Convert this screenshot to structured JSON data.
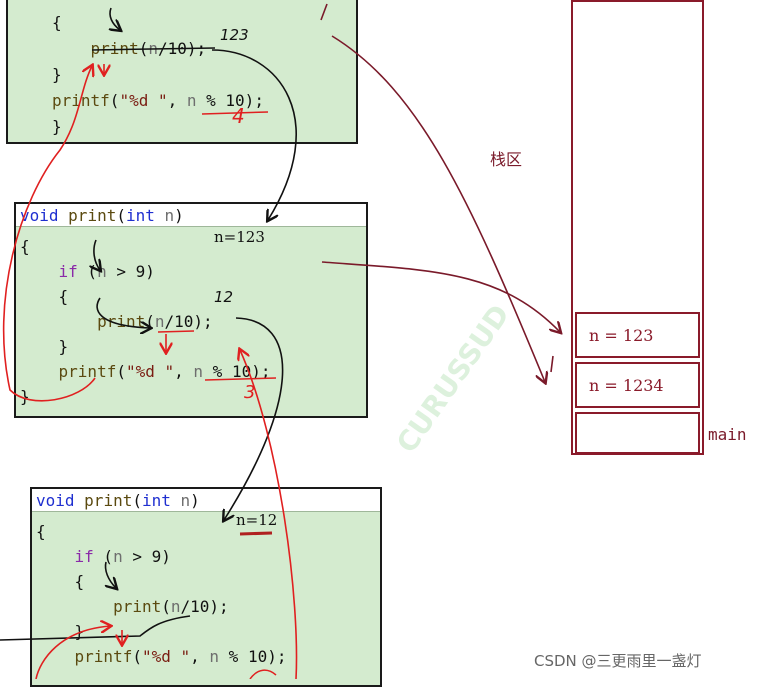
{
  "frame1": {
    "code": [
      {
        "parts": [
          {
            "t": "{",
            "c": ""
          }
        ]
      },
      {
        "parts": [
          {
            "t": "    ",
            "c": ""
          },
          {
            "t": "print",
            "c": "fn"
          },
          {
            "t": "(",
            "c": ""
          },
          {
            "t": "n",
            "c": "var"
          },
          {
            "t": "/10);",
            "c": ""
          }
        ]
      },
      {
        "parts": [
          {
            "t": "}",
            "c": ""
          }
        ]
      },
      {
        "parts": [
          {
            "t": "printf",
            "c": "fn"
          },
          {
            "t": "(",
            "c": ""
          },
          {
            "t": "\"%d \"",
            "c": "str"
          },
          {
            "t": ", ",
            "c": ""
          },
          {
            "t": "n",
            "c": "var"
          },
          {
            "t": " % 10);",
            "c": ""
          }
        ]
      },
      {
        "parts": [
          {
            "t": "}",
            "c": ""
          }
        ]
      }
    ],
    "annot_123": "123",
    "annot_4": "4"
  },
  "frame2": {
    "header": [
      {
        "t": "void",
        "c": "kw"
      },
      {
        "t": " ",
        "c": ""
      },
      {
        "t": "print",
        "c": "fn"
      },
      {
        "t": "(",
        "c": ""
      },
      {
        "t": "int",
        "c": "kw"
      },
      {
        "t": " ",
        "c": ""
      },
      {
        "t": "n",
        "c": "var"
      },
      {
        "t": ")",
        "c": ""
      }
    ],
    "code": [
      {
        "parts": [
          {
            "t": "{",
            "c": ""
          }
        ]
      },
      {
        "parts": [
          {
            "t": "    ",
            "c": ""
          },
          {
            "t": "if",
            "c": "kw2"
          },
          {
            "t": " (",
            "c": ""
          },
          {
            "t": "n",
            "c": "var"
          },
          {
            "t": " > 9)",
            "c": ""
          }
        ]
      },
      {
        "parts": [
          {
            "t": "    {",
            "c": ""
          }
        ]
      },
      {
        "parts": [
          {
            "t": "        ",
            "c": ""
          },
          {
            "t": "print",
            "c": "fn"
          },
          {
            "t": "(",
            "c": ""
          },
          {
            "t": "n",
            "c": "var"
          },
          {
            "t": "/10);",
            "c": ""
          }
        ]
      },
      {
        "parts": [
          {
            "t": "    }",
            "c": ""
          }
        ]
      },
      {
        "parts": [
          {
            "t": "    ",
            "c": ""
          },
          {
            "t": "printf",
            "c": "fn"
          },
          {
            "t": "(",
            "c": ""
          },
          {
            "t": "\"%d \"",
            "c": "str"
          },
          {
            "t": ", ",
            "c": ""
          },
          {
            "t": "n",
            "c": "var"
          },
          {
            "t": " % 10);",
            "c": ""
          }
        ]
      },
      {
        "parts": [
          {
            "t": "}",
            "c": ""
          }
        ]
      }
    ],
    "annot_n": "n=123",
    "annot_12": "12",
    "annot_3": "3"
  },
  "frame3": {
    "header": [
      {
        "t": "void",
        "c": "kw"
      },
      {
        "t": " ",
        "c": ""
      },
      {
        "t": "print",
        "c": "fn"
      },
      {
        "t": "(",
        "c": ""
      },
      {
        "t": "int",
        "c": "kw"
      },
      {
        "t": " ",
        "c": ""
      },
      {
        "t": "n",
        "c": "var"
      },
      {
        "t": ")",
        "c": ""
      }
    ],
    "code": [
      {
        "parts": [
          {
            "t": "{",
            "c": ""
          }
        ]
      },
      {
        "parts": [
          {
            "t": "    ",
            "c": ""
          },
          {
            "t": "if",
            "c": "kw2"
          },
          {
            "t": " (",
            "c": ""
          },
          {
            "t": "n",
            "c": "var"
          },
          {
            "t": " > 9)",
            "c": ""
          }
        ]
      },
      {
        "parts": [
          {
            "t": "    {",
            "c": ""
          }
        ]
      },
      {
        "parts": [
          {
            "t": "        ",
            "c": ""
          },
          {
            "t": "print",
            "c": "fn"
          },
          {
            "t": "(",
            "c": ""
          },
          {
            "t": "n",
            "c": "var"
          },
          {
            "t": "/10);",
            "c": ""
          }
        ]
      },
      {
        "parts": [
          {
            "t": "    }",
            "c": ""
          }
        ]
      },
      {
        "parts": [
          {
            "t": "    ",
            "c": ""
          },
          {
            "t": "printf",
            "c": "fn"
          },
          {
            "t": "(",
            "c": ""
          },
          {
            "t": "\"%d \"",
            "c": "str"
          },
          {
            "t": ", ",
            "c": ""
          },
          {
            "t": "n",
            "c": "var"
          },
          {
            "t": " % 10);",
            "c": ""
          }
        ]
      }
    ],
    "annot_n": "n=12"
  },
  "stack": {
    "region_label": "栈区",
    "cells": [
      "n = 123",
      "n = 1234",
      ""
    ],
    "main_label": "main"
  },
  "watermark": "CURUSSUD",
  "footer": "CSDN @三更雨里一盏灯",
  "colors": {
    "frame_bg": "#d4ebcf",
    "stack_border": "#8a1a2a",
    "red_ink": "#e02020",
    "dark_arrow": "#7a1a2a"
  }
}
